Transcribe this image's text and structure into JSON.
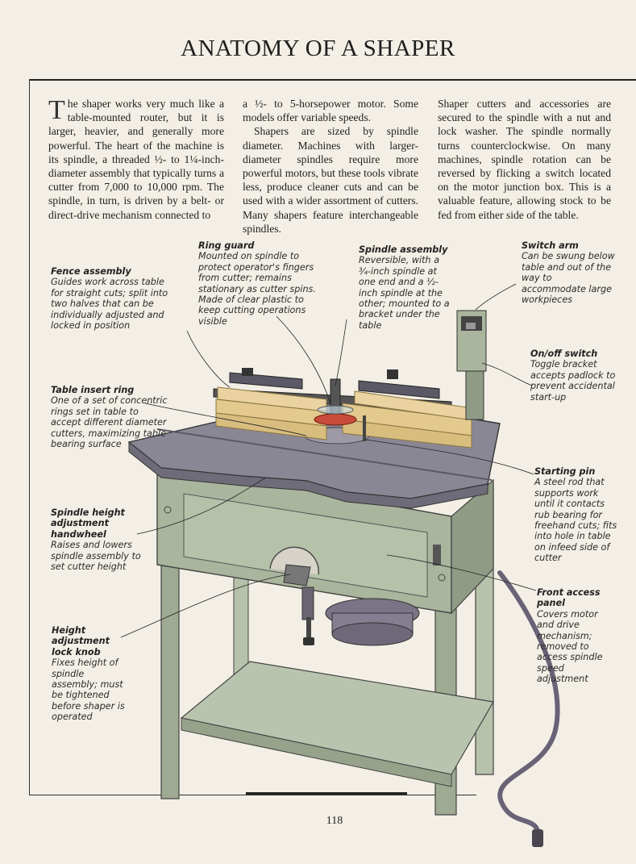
{
  "page": {
    "title": "ANATOMY OF A SHAPER",
    "page_number": "118"
  },
  "intro": {
    "col1_dropcap": "T",
    "col1_text": "he shaper works very much like a table-mounted router, but it is larger, heavier, and generally more powerful. The heart of the machine is its spindle, a threaded ½- to 1¼-inch-diameter assembly that typically turns a cutter from 7,000 to 10,000 rpm. The spindle, in turn, is driven by a belt- or direct-drive mechanism connected to",
    "col2_p1": "a ½- to 5-horsepower motor. Some models offer variable speeds.",
    "col2_p2": "Shapers are sized by spindle diameter. Machines with larger-diameter spindles require more powerful motors, but these tools vibrate less, produce cleaner cuts and can be used with a wider assortment of cutters. Many shapers feature interchangeable spindles.",
    "col3_p1": "Shaper cutters and accessories are secured to the spindle with a nut and lock washer. The spindle normally turns counterclockwise. On many machines, spindle rotation can be reversed by flicking a switch located on the motor junction box. This is a valuable feature, allowing stock to be fed from either side of the table."
  },
  "callouts": {
    "ring_guard": {
      "title": "Ring guard",
      "body": "Mounted on spindle to protect operator's fingers from cutter; remains stationary as cutter spins. Made of clear plastic to keep cutting operations visible"
    },
    "spindle_assembly": {
      "title": "Spindle assembly",
      "body": "Reversible, with a ¾-inch spindle at one end and a ½-inch spindle at the other; mounted to a bracket under the table"
    },
    "switch_arm": {
      "title": "Switch arm",
      "body": "Can be swung below table and out of the way to accommodate large workpieces"
    },
    "fence_assembly": {
      "title": "Fence assembly",
      "body": "Guides work across table for straight cuts; split into two halves that can be individually adjusted and locked in position"
    },
    "on_off_switch": {
      "title": "On/off switch",
      "body": "Toggle bracket accepts padlock to prevent accidental start-up"
    },
    "table_insert_ring": {
      "title": "Table insert ring",
      "body": "One of a set of concentric rings set in table to accept different diameter cutters, maximizing table bearing surface"
    },
    "starting_pin": {
      "title": "Starting pin",
      "body": "A steel rod that supports work until it contacts rub bearing for freehand cuts; fits into hole in table on infeed side of cutter"
    },
    "height_handwheel": {
      "title": "Spindle height adjustment handwheel",
      "body": "Raises and lowers spindle assembly to set cutter height"
    },
    "front_panel": {
      "title": "Front access panel",
      "body": "Covers motor and drive mechanism; removed to access spindle speed adjustment"
    },
    "lock_knob": {
      "title": "Height adjustment lock knob",
      "body": "Fixes height of spindle assembly; must be tightened before shaper is operated"
    }
  },
  "colors": {
    "cabinet": "#a9b59d",
    "table": "#8a8794",
    "wood": "#e3c98d",
    "paper": "#f3efe6"
  }
}
